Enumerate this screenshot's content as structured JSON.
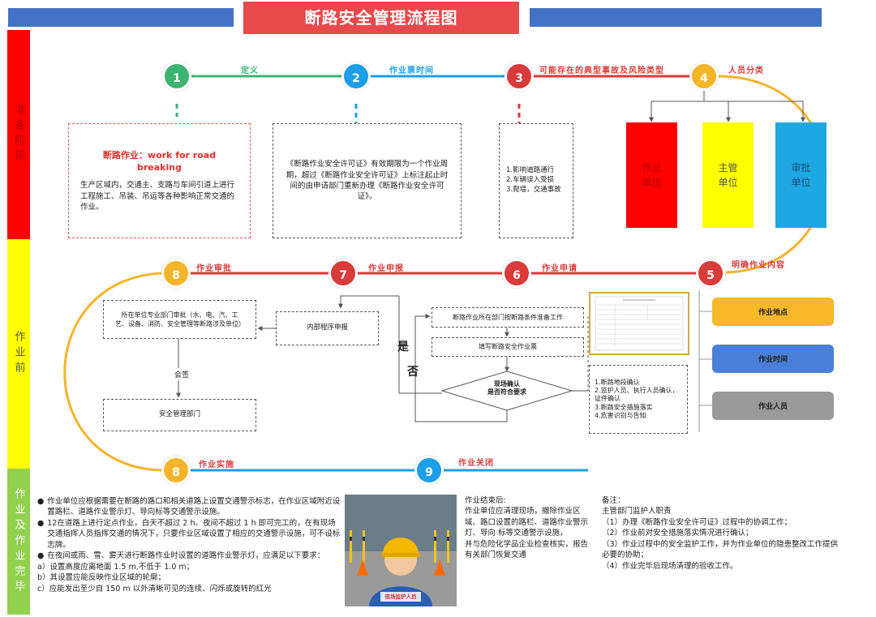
{
  "title": "断路安全管理流程图",
  "phases": [
    {
      "label": "准备阶段",
      "color": "#ff0000"
    },
    {
      "label": "作业前",
      "color": "#ffff00"
    },
    {
      "label": "作业及作业完毕",
      "color": "#92d050"
    }
  ],
  "steps": {
    "s1": {
      "num": "1",
      "label": "定义",
      "color": "#3cb371"
    },
    "s2": {
      "num": "2",
      "label": "作业票时间",
      "color": "#1e9ee8"
    },
    "s3": {
      "num": "3",
      "label": "可能存在的典型事故及风险类型",
      "color": "#d93a3a"
    },
    "s4": {
      "num": "4",
      "label": "人员分类",
      "color": "#f5b42a"
    },
    "s5": {
      "num": "5",
      "label": "明确作业内容",
      "color": "#d93a3a"
    },
    "s6": {
      "num": "6",
      "label": "作业申请",
      "color": "#d93a3a"
    },
    "s7": {
      "num": "7",
      "label": "作业申报",
      "color": "#d93a3a"
    },
    "s8a": {
      "num": "8",
      "label": "作业审批",
      "color": "#f5b42a"
    },
    "s8b": {
      "num": "8",
      "label": "作业实施",
      "color": "#f5b42a"
    },
    "s9": {
      "num": "9",
      "label": "作业关闭",
      "color": "#1e9ee8"
    }
  },
  "definition": {
    "heading": "断路作业：work for road breaking",
    "body": "生产区域内，交通主、支路与车间引道上进行工程施工、吊装、吊运等各种影响正常交通的作业。"
  },
  "permit_time": "《断路作业安全许可证》有效期限为一个作业周期，超过《断路作业安全许可证》上标注起止时间的由申请部门重新办理《断路作业安全许可证》。",
  "risks": [
    "1.影响道路通行",
    "2.车辆误入受损",
    "3.爬墙，交通事故"
  ],
  "roles": [
    {
      "label": "作业单位",
      "color": "#ff0000"
    },
    {
      "label": "主管单位",
      "color": "#ffff00"
    },
    {
      "label": "审批单位",
      "color": "#1ea7e1"
    }
  ],
  "approval": {
    "dept_review": "所在单位专业部门审批（水、电、汽、工艺、设备、消防、安全管理等断路涉及单位）",
    "countersign": "会签",
    "safety_dept": "安全管理部门",
    "internal": "内部程序申报"
  },
  "application": {
    "prepare": "断路作业所在部门按断路条件准备工作",
    "fill": "填写断路安全作业票",
    "decision": "现场确认\n是否符合要求",
    "yes": "是",
    "no": "否",
    "checks": [
      "1.断路地段确认",
      "2.监护人员、执行人员确认，证件确认",
      "3.断路安全措施落实",
      "4.危害识别与告知"
    ]
  },
  "content_tags": [
    {
      "label": "作业地点",
      "color": "#f7b829"
    },
    {
      "label": "作业时间",
      "color": "#4a7fd8"
    },
    {
      "label": "作业人员",
      "color": "#9a9a9a"
    }
  ],
  "implementation": {
    "bullets": [
      "作业单位应根据需要在断路的路口和相关道路上设置交通警示标志，在作业区域附近设置路栏、道路作业警示灯、导向标等交通警示设施。",
      "12在道路上进行定点作业，白天不超过 2 h、夜间不超过 1 h 即可完工的，在有现场交通指挥人员指挥交通的情况下，只要作业区域设置了相应的交通警示设施，可不设标志牌。",
      "在夜间或雨、雪、雾天进行断路作业时设置的道路作业警示灯，应满足以下要求："
    ],
    "sub": [
      "a）设置高度应离地面 1.5 m,不低于 1.0 m；",
      "b）其设置应能反映作业区域的轮廓；",
      "c）应能发出至少自 150 m 以外清晰可见的连续、闪烁或旋转的红光"
    ],
    "worker_badge": "现场监护人员"
  },
  "closing": "作业结束后:\n作业单位应清理现场，撤除作业区域、路口设置的路栏、道路作业警示灯、导向 标等交通警示设施，\n并与危险化学品企业检查核实，报告有关部门恢复交通",
  "notes": {
    "title": "备注：",
    "subtitle": "主管部门监护人职责",
    "items": [
      "（1）办理《断路作业安全许可证》过程中的协调工作；",
      "（2）作业前对安全措施落实情况进行确认；",
      "（3）作业过程中的安全监护工作，并为作业单位的隐患整改工作提供必要的协助；",
      "（4）作业完毕后现场清理的验收工作。"
    ]
  }
}
